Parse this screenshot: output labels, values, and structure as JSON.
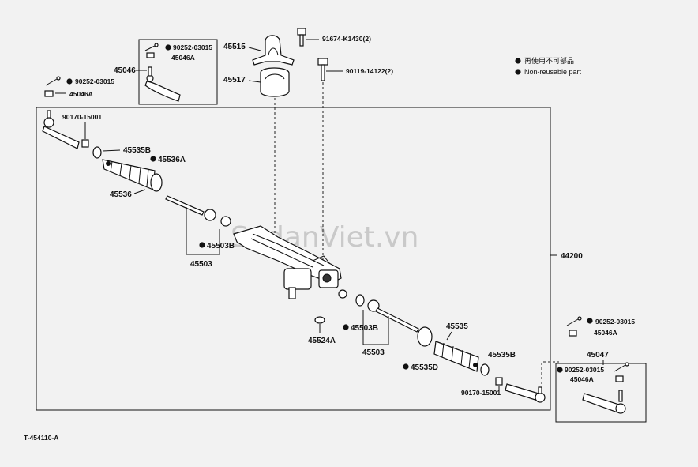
{
  "legend": {
    "reuse_jp": "再使用不可部品",
    "non_reusable": "Non-reusable part"
  },
  "watermark": "SedanViet.vn",
  "diagram_code": "T-454110-A",
  "labels": {
    "p45046": "45046",
    "p90252_a": "90252-03015",
    "p45046A_a": "45046A",
    "p45515": "45515",
    "p91674": "91674-K1430(2)",
    "p45517": "45517",
    "p90119": "90119-14122(2)",
    "p90252_b": "90252-03015",
    "p45046A_b": "45046A",
    "p90170_a": "90170-15001",
    "p45535B_a": "45535B",
    "p45536A": "45536A",
    "p45536": "45536",
    "p45503B_a": "45503B",
    "p45503_a": "45503",
    "p44200": "44200",
    "p45524A": "45524A",
    "p45503B_b": "45503B",
    "p45503_b": "45503",
    "p45535": "45535",
    "p45535D": "45535D",
    "p45535B_b": "45535B",
    "p90170_b": "90170-15001",
    "p90252_c": "90252-03015",
    "p45046A_c": "45046A",
    "p45047": "45047",
    "p90252_d": "90252-03015",
    "p45046A_d": "45046A"
  }
}
